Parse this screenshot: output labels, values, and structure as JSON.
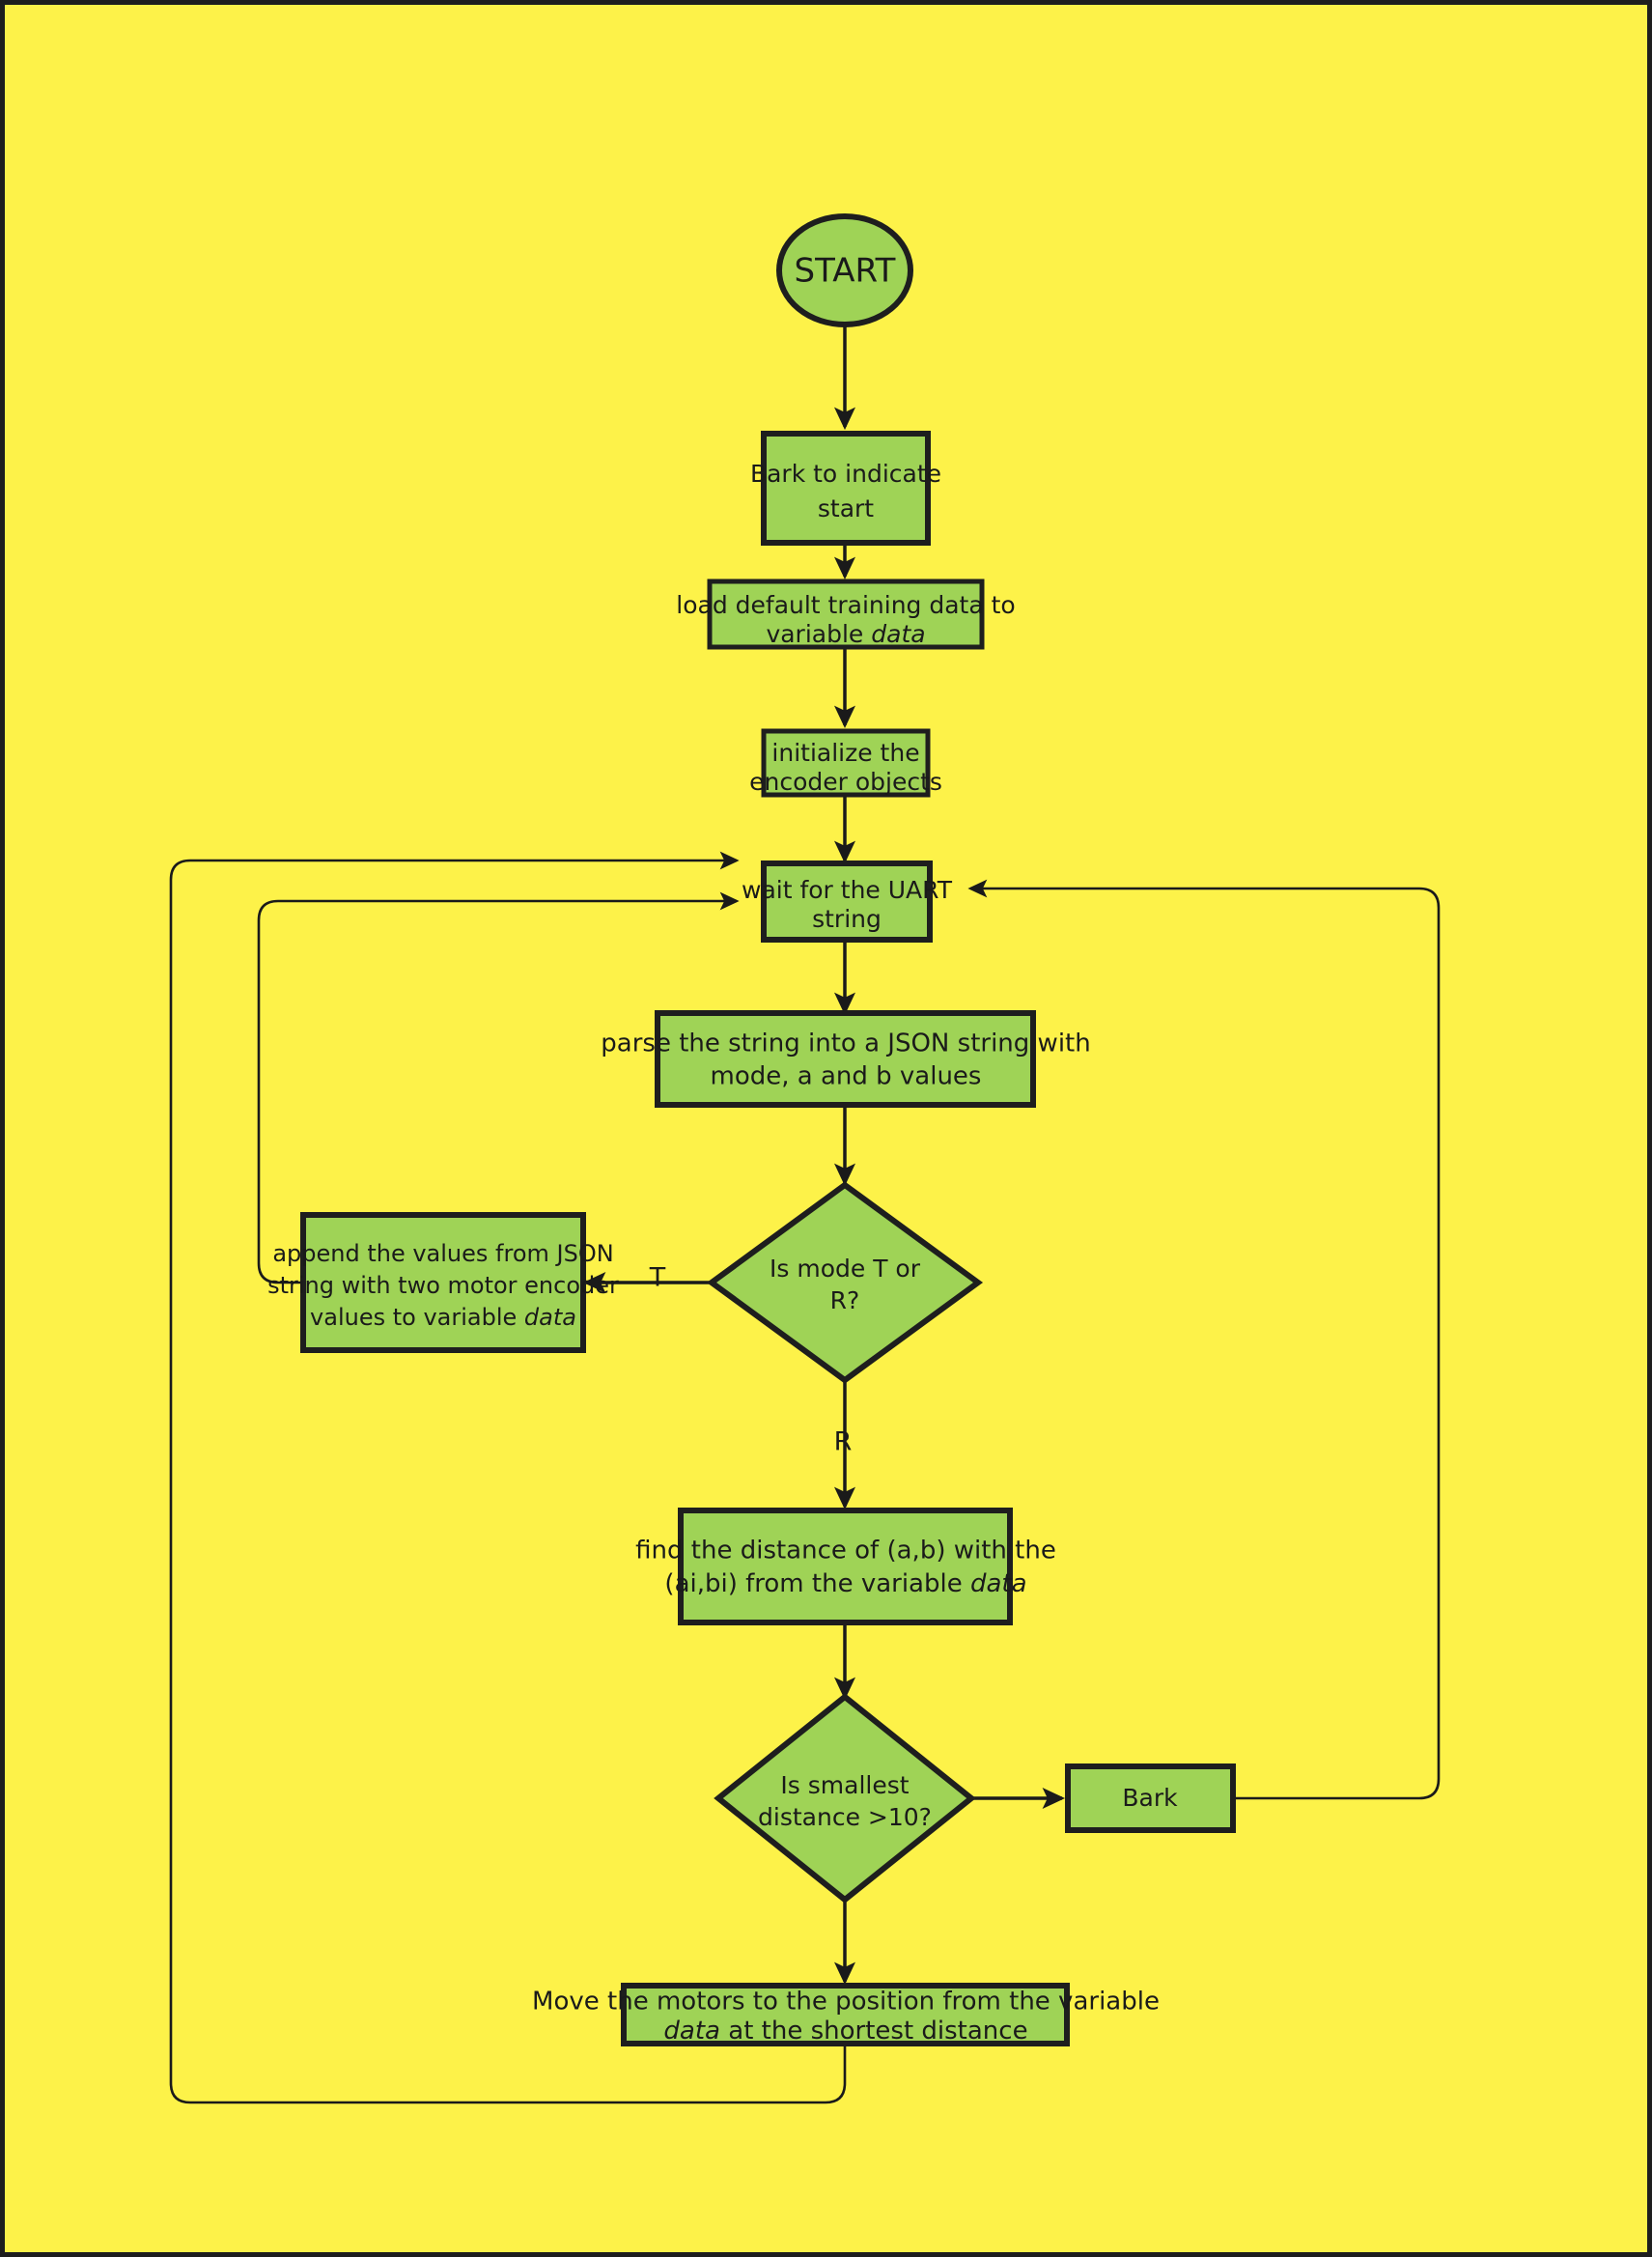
{
  "diagram": {
    "title": "Robot dog UART control flowchart",
    "background_color": "#FDF249",
    "node_fill_color": "#9FD356",
    "stroke_color": "#1a1a1a",
    "nodes": {
      "start": {
        "label": "START",
        "shape": "circle"
      },
      "bark_start": {
        "line1": "Bark to indicate",
        "line2": "start",
        "shape": "rectangle"
      },
      "load_data": {
        "line1": "load default training data to",
        "line2_plain": "variable ",
        "line2_italic": "data",
        "shape": "rectangle"
      },
      "init_encoders": {
        "line1": "initialize the",
        "line2": "encoder objects",
        "shape": "rectangle"
      },
      "wait_uart": {
        "line1": "wait for the UART",
        "line2": "string",
        "shape": "rectangle"
      },
      "parse_string": {
        "line1": "parse the string into a JSON string with",
        "line2": "mode, a and b values",
        "shape": "rectangle"
      },
      "mode_decision": {
        "line1": "Is mode T or",
        "line2": "R?",
        "shape": "diamond"
      },
      "append_values": {
        "line1": "append the values from JSON",
        "line2": "string with two motor encoder",
        "line3_plain": "values to variable ",
        "line3_italic": "data",
        "shape": "rectangle"
      },
      "find_distance": {
        "line1": "find the distance of (a,b) with the",
        "line2_plain": "(ai,bi) from the variable ",
        "line2_italic": "data",
        "shape": "rectangle"
      },
      "distance_decision": {
        "line1": "Is smallest",
        "line2": "distance >10?",
        "shape": "diamond"
      },
      "bark": {
        "label": "Bark",
        "shape": "rectangle"
      },
      "move_motors": {
        "line1": "Move the motors to the position from the variable",
        "line2_italic": "data",
        "line2_plain": " at the shortest distance",
        "shape": "rectangle"
      }
    },
    "edge_labels": {
      "mode_true": "T",
      "mode_false": "R"
    }
  }
}
